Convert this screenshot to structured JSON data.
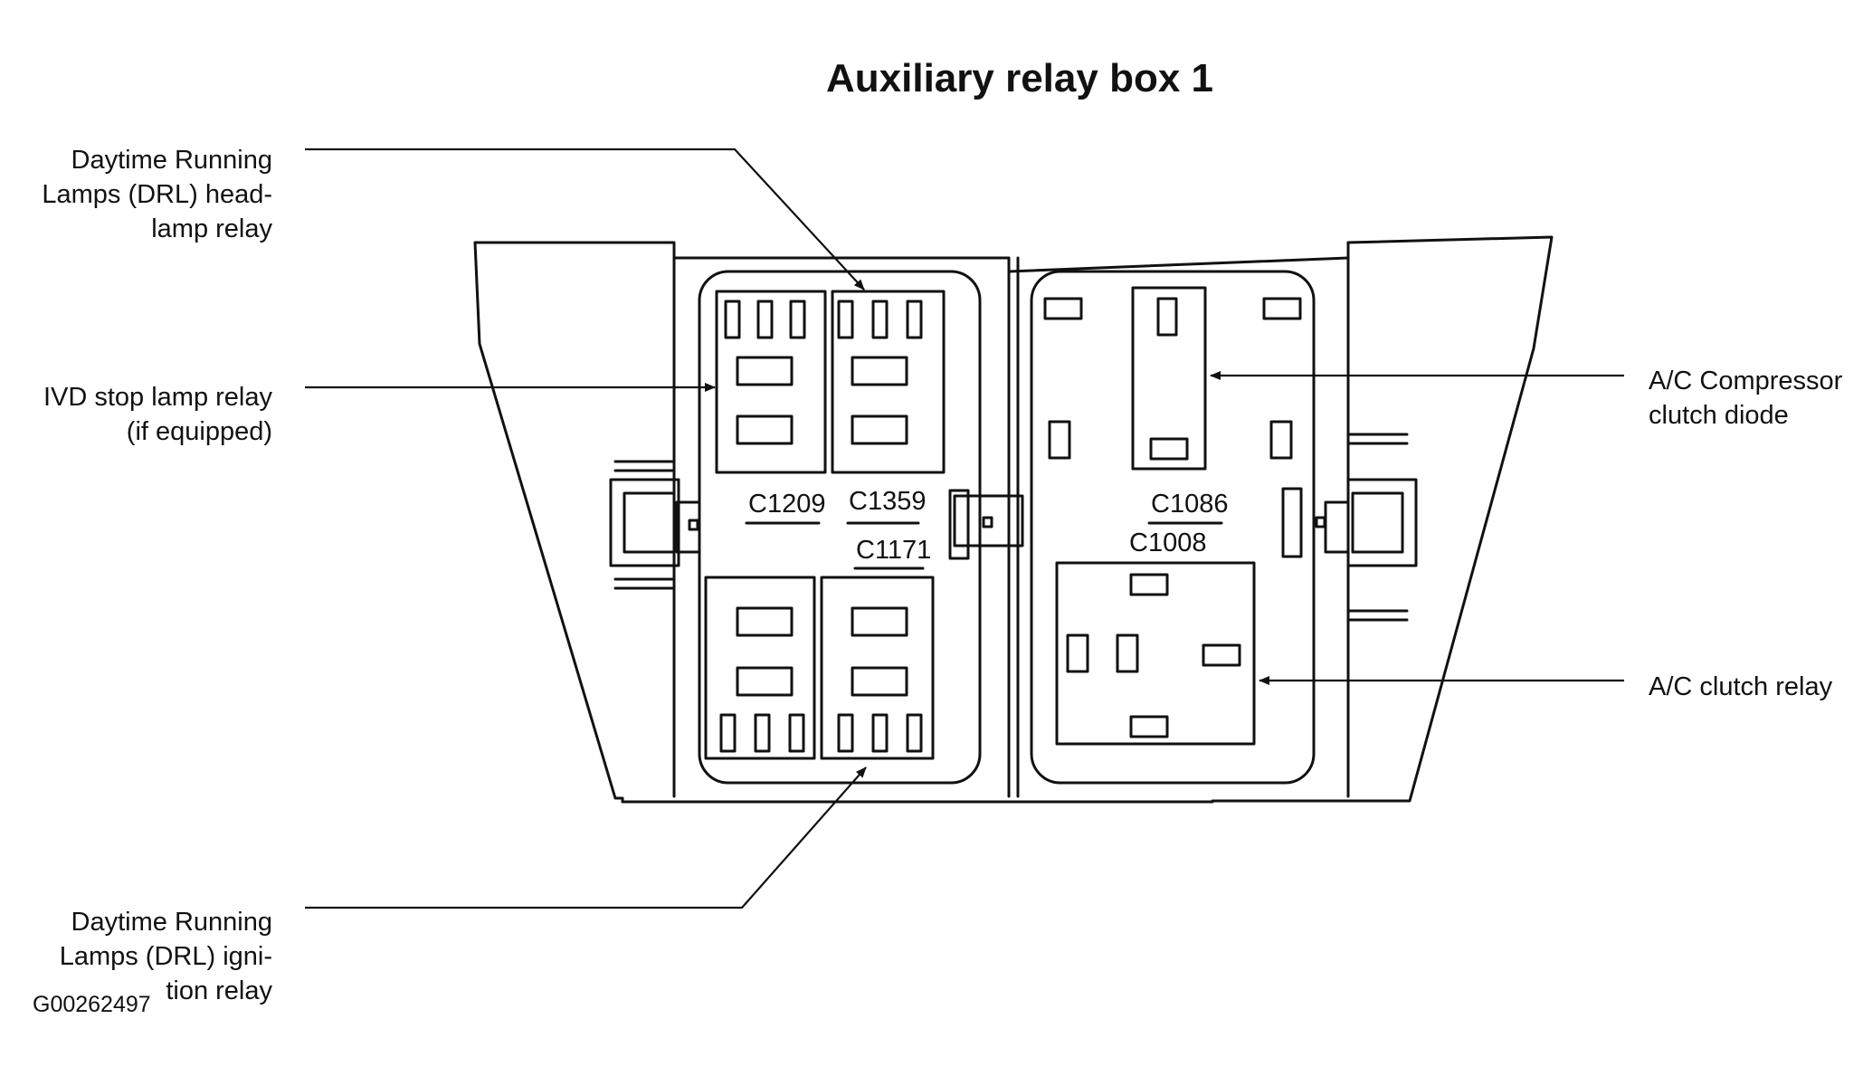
{
  "title": "Auxiliary relay box 1",
  "figure_id": "G00262497",
  "labels": {
    "drl_headlamp": [
      "Daytime Running",
      "Lamps (DRL) head-",
      "lamp relay"
    ],
    "ivd_stop": [
      "IVD stop lamp relay",
      "(if equipped)"
    ],
    "drl_ignition": [
      "Daytime Running",
      "Lamps (DRL) igni-",
      "tion relay"
    ],
    "ac_diode": [
      "A/C Compressor",
      "clutch diode"
    ],
    "ac_relay": [
      "A/C clutch relay"
    ]
  },
  "connectors": {
    "c1209": "C1209",
    "c1359": "C1359",
    "c1171": "C1171",
    "c1086": "C1086",
    "c1008": "C1008"
  }
}
